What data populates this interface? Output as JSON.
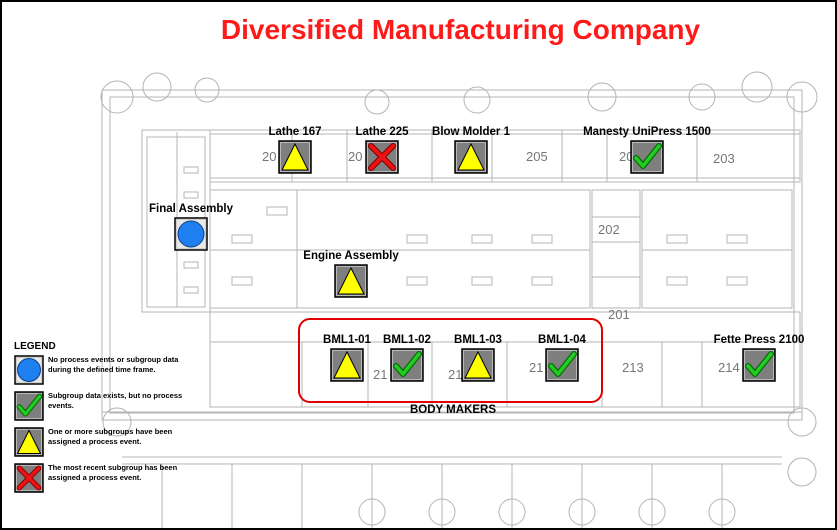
{
  "title": "Diversified Manufacturing Company",
  "stations": [
    {
      "id": "lathe-167",
      "label": "Lathe 167",
      "status": "warning"
    },
    {
      "id": "lathe-225",
      "label": "Lathe 225",
      "status": "error"
    },
    {
      "id": "blow-molder-1",
      "label": "Blow Molder 1",
      "status": "warning"
    },
    {
      "id": "manesty-unipress-1500",
      "label": "Manesty UniPress 1500",
      "status": "ok"
    },
    {
      "id": "final-assembly",
      "label": "Final Assembly",
      "status": "none"
    },
    {
      "id": "engine-assembly",
      "label": "Engine Assembly",
      "status": "warning"
    },
    {
      "id": "bml1-01",
      "label": "BML1-01",
      "status": "warning"
    },
    {
      "id": "bml1-02",
      "label": "BML1-02",
      "status": "ok"
    },
    {
      "id": "bml1-03",
      "label": "BML1-03",
      "status": "warning"
    },
    {
      "id": "bml1-04",
      "label": "BML1-04",
      "status": "ok"
    },
    {
      "id": "fette-press-2100",
      "label": "Fette Press 2100",
      "status": "ok"
    }
  ],
  "body_makers_label": "BODY MAKERS",
  "rooms": [
    "20",
    "20",
    "205",
    "20",
    "203",
    "202",
    "201",
    "21",
    "21",
    "21",
    "213",
    "214"
  ],
  "legend": {
    "title": "LEGEND",
    "items": [
      {
        "status": "none",
        "text": "No process events or subgroup data during the defined time frame."
      },
      {
        "status": "ok",
        "text": "Subgroup data exists, but no process events."
      },
      {
        "status": "warning",
        "text": "One or more subgroups have been assigned a process event."
      },
      {
        "status": "error",
        "text": "The most recent subgroup has been assigned a process event."
      }
    ]
  },
  "colors": {
    "title_red": "#ff1a1a",
    "frame_red": "#e00000",
    "tile_gray": "#7f7f7f",
    "check_green": "#22cc22",
    "warning_yellow": "#ffff00",
    "error_red": "#ee1111",
    "none_blue": "#1e7ff0",
    "plan_lines": "#b4b4b4"
  }
}
